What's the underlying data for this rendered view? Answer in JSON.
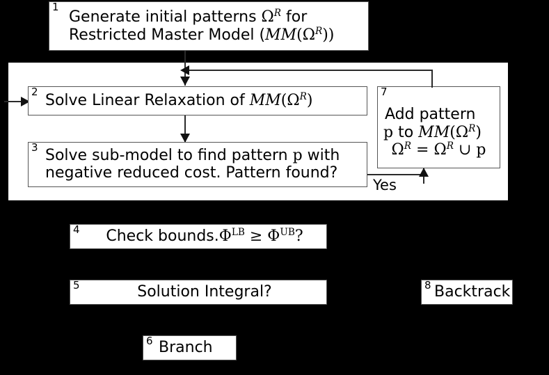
{
  "diagram": {
    "title": "Column generation branch-and-price flowchart",
    "background_color": "#000000",
    "box_fill_color": "#ffffff",
    "box_border_color": "#555555",
    "dashed_region_label": "column-generation-loop"
  },
  "nodes": {
    "n1": {
      "number": "1",
      "line1_a": "Generate initial patterns ",
      "line1_omega": "Ω",
      "line1_sup": "R",
      "line1_b": " for",
      "line2_a": "Restricted Master Model (",
      "line2_mm": "MM",
      "line2_paren_open": "(",
      "line2_omega": "Ω",
      "line2_sup": "R",
      "line2_paren_close": "))"
    },
    "n2": {
      "number": "2",
      "text_a": "Solve Linear Relaxation of ",
      "mm": "MM",
      "paren_open": "(",
      "omega": "Ω",
      "sup": "R",
      "paren_close": ")"
    },
    "n3": {
      "number": "3",
      "line1_a": "Solve sub-model to find pattern ",
      "line1_p": "p",
      "line1_b": " with",
      "line2": "negative reduced cost. Pattern found?"
    },
    "n7": {
      "number": "7",
      "line1": "Add pattern",
      "line2_p": "p",
      "line2_to": " to ",
      "line2_mm": "MM",
      "line2_paren_open": "(",
      "line2_omega": "Ω",
      "line2_sup": "R",
      "line2_paren_close": ")",
      "line3_omega1": "Ω",
      "line3_sup1": "R",
      "line3_eq": " = ",
      "line3_omega2": "Ω",
      "line3_sup2": "R",
      "line3_cup": " ∪ ",
      "line3_p": "p"
    },
    "n4": {
      "number": "4",
      "text": "Check bounds.",
      "phi1": "Φ",
      "sup1": "LB",
      "rel": " ≥ ",
      "phi2": "Φ",
      "sup2": "UB",
      "qmark": "?"
    },
    "n5": {
      "number": "5",
      "text": "Solution Integral?"
    },
    "n6": {
      "number": "6",
      "text": "Branch"
    },
    "n8": {
      "number": "8",
      "text": "Backtrack"
    }
  },
  "edges": {
    "yes_label": "Yes"
  }
}
